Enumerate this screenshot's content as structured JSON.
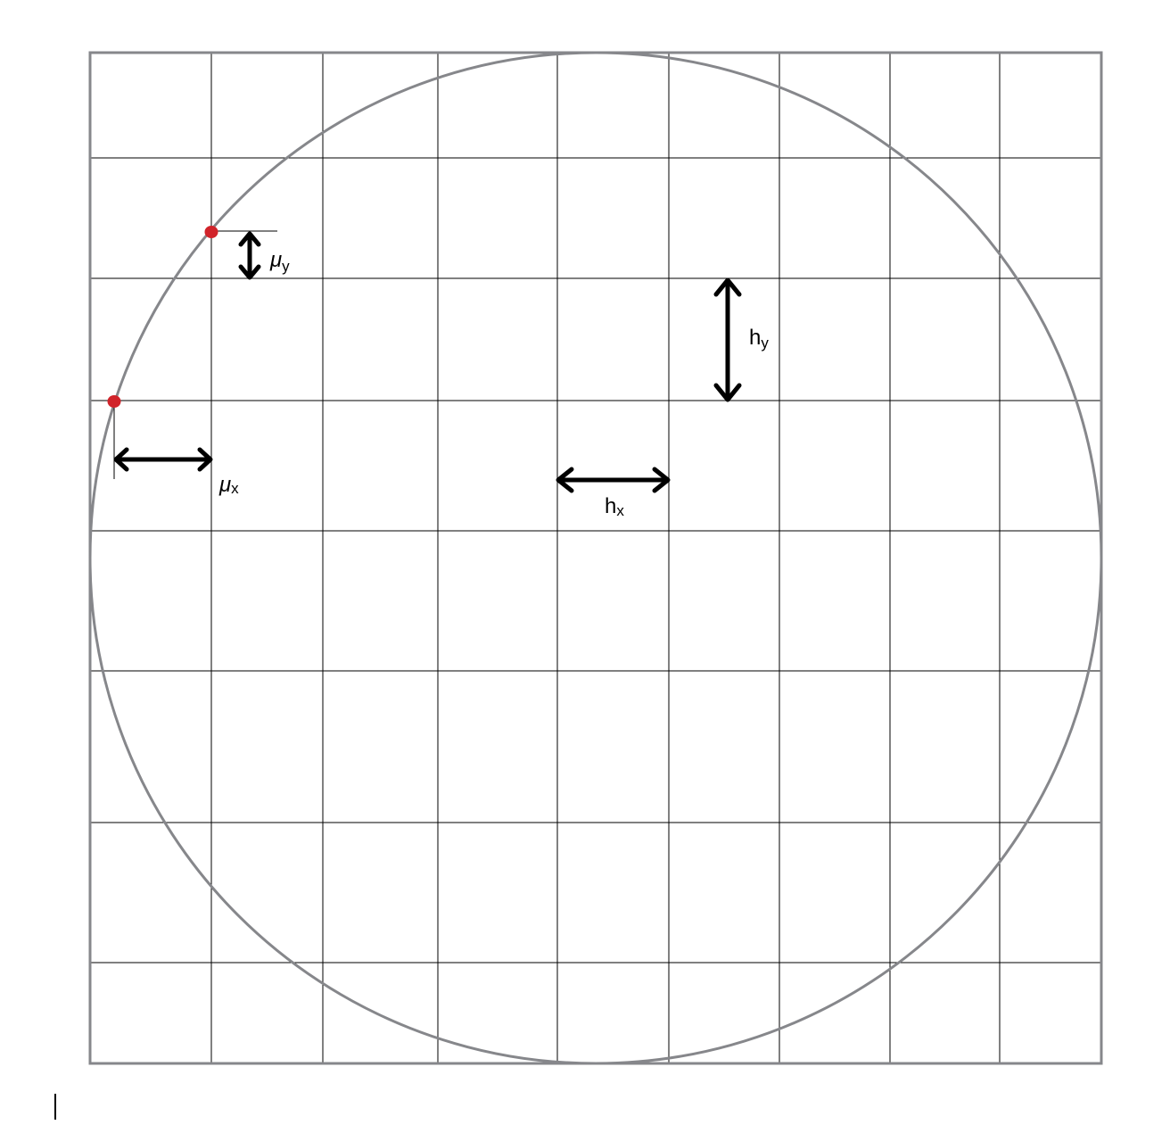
{
  "labels": {
    "mu_y": {
      "main": "μ",
      "sub": "y"
    },
    "mu_x": {
      "main": "μ",
      "sub": "x"
    },
    "h_y": {
      "main": "h",
      "sub": "y"
    },
    "h_x": {
      "main": "h",
      "sub": "x"
    }
  },
  "colors": {
    "frame": "#86878b",
    "circle": "#86878b",
    "grid": "#000000",
    "point": "#d1232a",
    "arrow": "#000000"
  }
}
